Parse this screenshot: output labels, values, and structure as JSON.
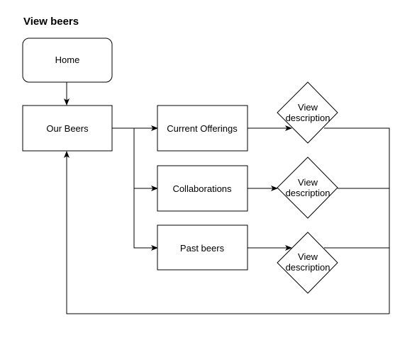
{
  "title": "View beers",
  "nodes": {
    "home": "Home",
    "our_beers": "Our Beers",
    "current_offerings": "Current Offerings",
    "collaborations": "Collaborations",
    "past_beers": "Past beers",
    "view_description_1": [
      "View",
      "description"
    ],
    "view_description_2": [
      "View",
      "description"
    ],
    "view_description_3": [
      "View",
      "description"
    ]
  },
  "colors": {
    "stroke": "#000000",
    "fill": "#ffffff"
  }
}
